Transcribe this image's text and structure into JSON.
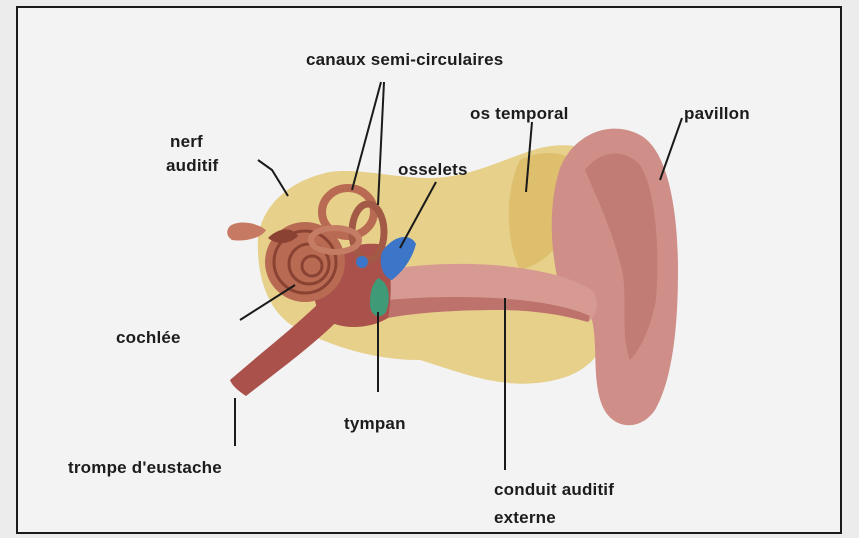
{
  "labels": {
    "canaux": "canaux semi-circulaires",
    "os_temporal": "os temporal",
    "pavillon": "pavillon",
    "nerf_line1": "nerf",
    "nerf_line2": "auditif",
    "osselets": "osselets",
    "cochlee": "cochlée",
    "tympan": "tympan",
    "trompe": "trompe d'eustache",
    "conduit_line1": "conduit auditif",
    "conduit_line2": "externe"
  },
  "colors": {
    "bone": "#e6d08a",
    "bone_dark": "#d9b964",
    "flesh": "#c98a84",
    "flesh_dark": "#a7544c",
    "ossicle_blue": "#3d76c9",
    "tympan_green": "#3f9a78",
    "line": "#1a1a1a"
  }
}
